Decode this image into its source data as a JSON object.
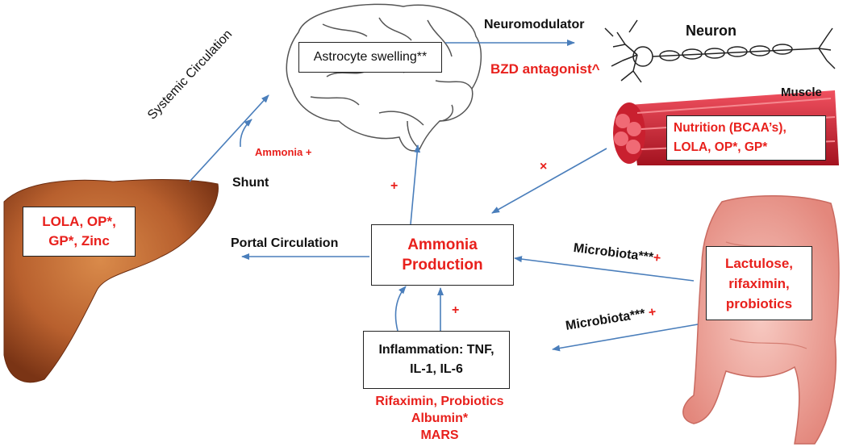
{
  "nodes": {
    "astrocyte": "Astrocyte swelling**",
    "neuron": "Neuron",
    "muscle": "Muscle",
    "ammonia_production": [
      "Ammonia",
      "Production"
    ],
    "inflammation": [
      "Inflammation: TNF,",
      "IL-1, IL-6"
    ]
  },
  "treatments": {
    "liver": [
      "LOLA, OP*,",
      "GP*, Zinc"
    ],
    "muscle": [
      "Nutrition (BCAA’s),",
      "LOLA, OP*, GP*"
    ],
    "gut": [
      "Lactulose,",
      "rifaximin,",
      "probiotics"
    ],
    "inflammation": [
      "Rifaximin, Probiotics",
      "Albumin*",
      "MARS"
    ],
    "neuron": "BZD antagonist^"
  },
  "edge_labels": {
    "neuromodulator": "Neuromodulator",
    "systemic_circulation": "Systemic Circulation",
    "shunt": "Shunt",
    "ammonia_plus": "Ammonia +",
    "portal_circulation": "Portal Circulation",
    "microbiota_1": "Microbiota***",
    "microbiota_2": "Microbiota***",
    "plus": "+",
    "cross": "×"
  },
  "colors": {
    "arrow": "#4a7ebb",
    "treatment_text": "#e8201c",
    "liver": "#b8602e",
    "muscle": "#d9263a",
    "gut": "#eea9a0",
    "brain_line": "#555555"
  }
}
